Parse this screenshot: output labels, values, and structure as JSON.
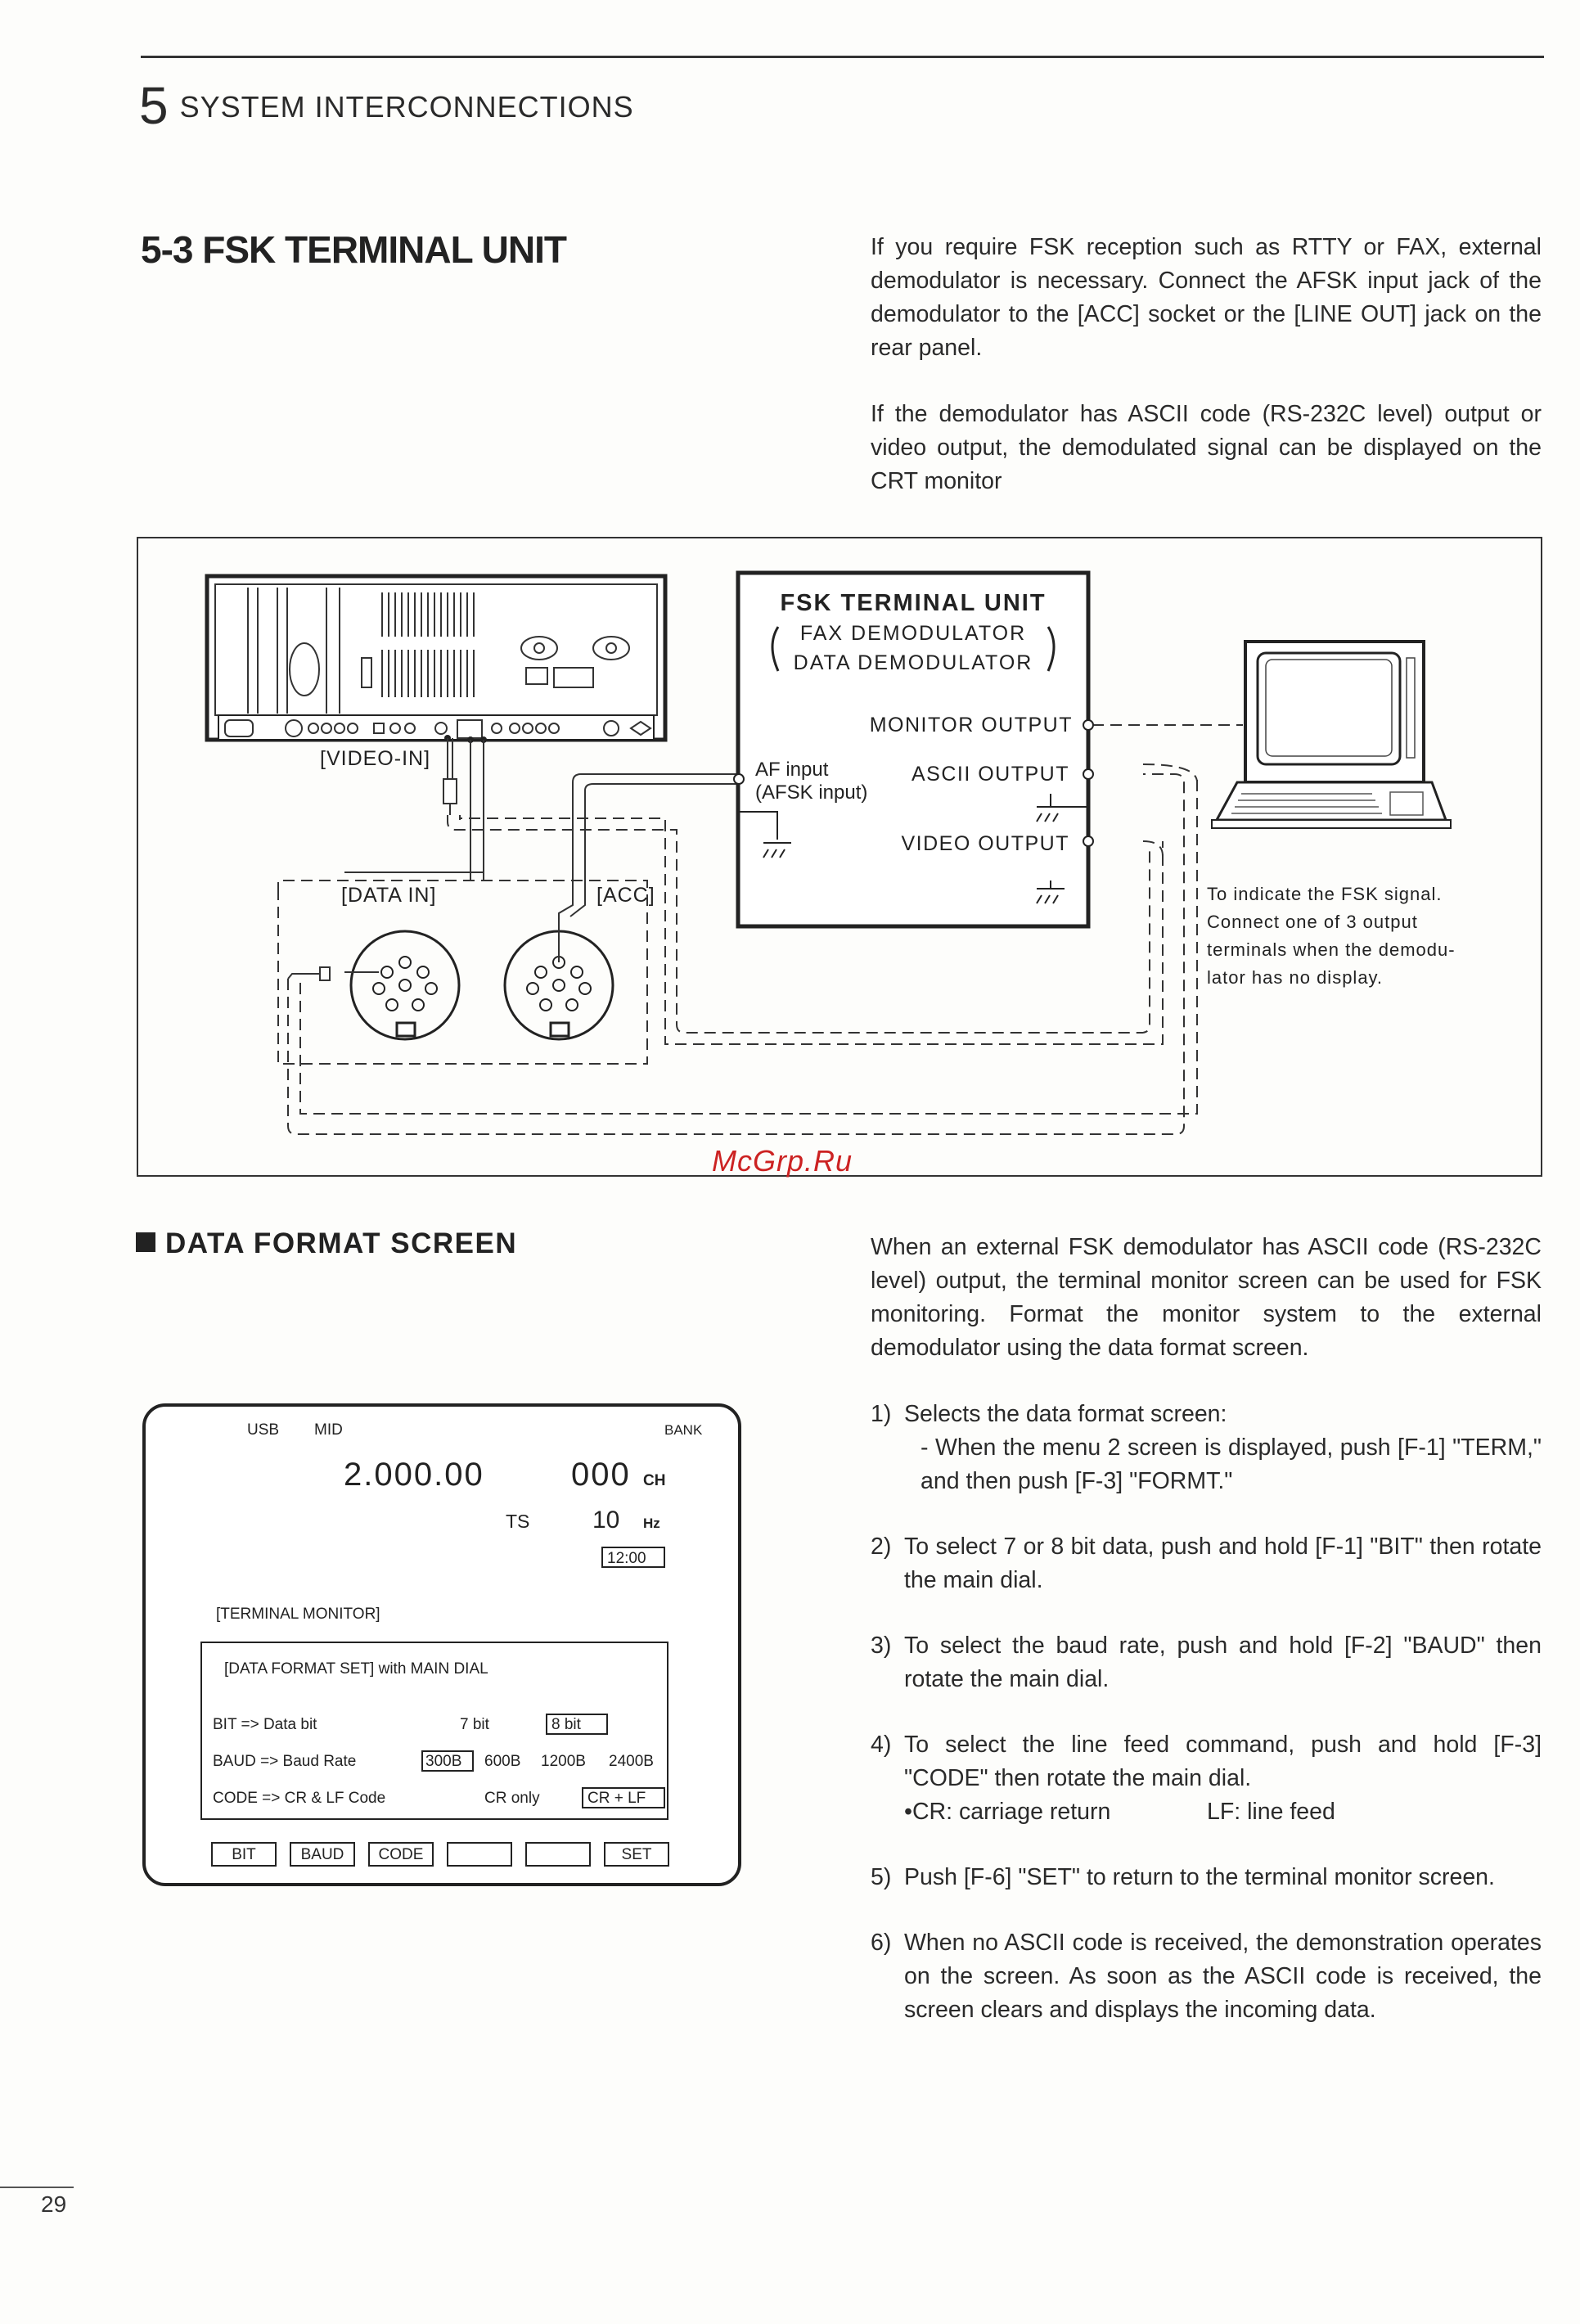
{
  "header": {
    "chapter_number": "5",
    "chapter_title": "SYSTEM INTERCONNECTIONS"
  },
  "section": {
    "title": "5-3 FSK TERMINAL UNIT"
  },
  "intro": {
    "p1": "If you require FSK reception such as RTTY or FAX, external demodulator is necessary. Connect the AFSK input jack of the demodulator to the [ACC] socket or the [LINE OUT] jack on the rear panel.",
    "p2": "If the demodulator has ASCII code (RS-232C level) output or video output, the demodulated signal can be displayed on the CRT monitor"
  },
  "diagram": {
    "unit_title": "FSK TERMINAL UNIT",
    "unit_sub1": "FAX DEMODULATOR",
    "unit_sub2": "DATA DEMODULATOR",
    "monitor_output": "MONITOR OUTPUT",
    "ascii_output": "ASCII OUTPUT",
    "video_output": "VIDEO OUTPUT",
    "af_input_1": "AF input",
    "af_input_2": "(AFSK input)",
    "video_in": "[VIDEO-IN]",
    "data_in": "[DATA IN]",
    "acc": "[ACC]",
    "note_1": "To indicate the FSK signal.",
    "note_2": "Connect one of 3 output",
    "note_3": "terminals when the demodu-",
    "note_4": "lator has no display."
  },
  "watermark": "McGrp.Ru",
  "data_format": {
    "heading": "DATA FORMAT SCREEN",
    "intro": "When an external FSK demodulator has ASCII code (RS-232C level) output, the terminal monitor screen can be used for FSK monitoring. Format the monitor system to the external demodulator using the data format screen."
  },
  "screen": {
    "mode": "USB",
    "mid": "MID",
    "bank": "BANK",
    "frequency": "2.000.00",
    "channel": "000",
    "ch_unit": "CH",
    "ts_label": "TS",
    "ts_value": "10",
    "ts_unit": "Hz",
    "clock": "12:00",
    "terminal_label": "[TERMINAL MONITOR]",
    "panel_title": "[DATA FORMAT SET]  with MAIN DIAL",
    "row_bit_label": "BIT  => Data bit",
    "row_bit_opt1": "7 bit",
    "row_bit_opt2": "8 bit",
    "row_baud_label": "BAUD => Baud Rate",
    "row_baud_opt1": "300B",
    "row_baud_opt2": "600B",
    "row_baud_opt3": "1200B",
    "row_baud_opt4": "2400B",
    "row_code_label": "CODE => CR & LF Code",
    "row_code_opt1": "CR only",
    "row_code_opt2": "CR + LF",
    "fkeys": [
      "BIT",
      "BAUD",
      "CODE",
      "",
      "",
      "SET"
    ]
  },
  "steps": [
    {
      "n": "1)",
      "text": "Selects the data format screen:",
      "sub": "- When the menu 2 screen is displayed, push [F-1] \"TERM,\" and then push [F-3] \"FORMT.\""
    },
    {
      "n": "2)",
      "text": "To select 7 or 8 bit data, push and hold [F-1] \"BIT\" then rotate the main dial."
    },
    {
      "n": "3)",
      "text": "To select the baud rate, push and hold [F-2] \"BAUD\" then rotate the main dial."
    },
    {
      "n": "4)",
      "text": "To select the line feed command, push and hold [F-3] \"CODE\" then rotate the main dial.",
      "note_a": "•CR: carriage return",
      "note_b": "LF: line feed"
    },
    {
      "n": "5)",
      "text": "Push [F-6] \"SET\" to return to the terminal monitor screen."
    },
    {
      "n": "6)",
      "text": "When no ASCII code is received, the demonstration operates on the screen. As soon as the ASCII code is received, the screen clears and displays the incoming data."
    }
  ],
  "page_number": "29"
}
